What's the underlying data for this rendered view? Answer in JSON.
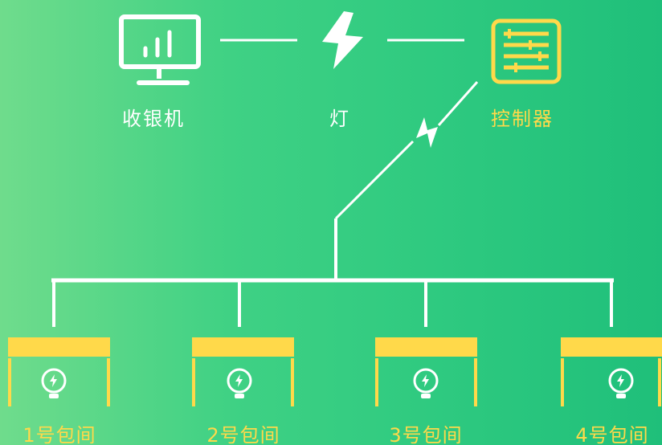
{
  "nodes": {
    "cashier": {
      "label": "收银机",
      "icon": "monitor-chart-icon"
    },
    "light": {
      "label": "灯",
      "icon": "lightning-icon"
    },
    "controller": {
      "label": "控制器",
      "icon": "controller-panel-icon"
    }
  },
  "rooms": [
    {
      "label": "1号包间",
      "icon": "lightbulb-icon"
    },
    {
      "label": "2号包间",
      "icon": "lightbulb-icon"
    },
    {
      "label": "3号包间",
      "icon": "lightbulb-icon"
    },
    {
      "label": "4号包间",
      "icon": "lightbulb-icon"
    }
  ],
  "colors": {
    "background_start": "#6fdc8c",
    "background_end": "#1fbf7a",
    "line": "#ffffff",
    "accent": "#ffd94a"
  }
}
